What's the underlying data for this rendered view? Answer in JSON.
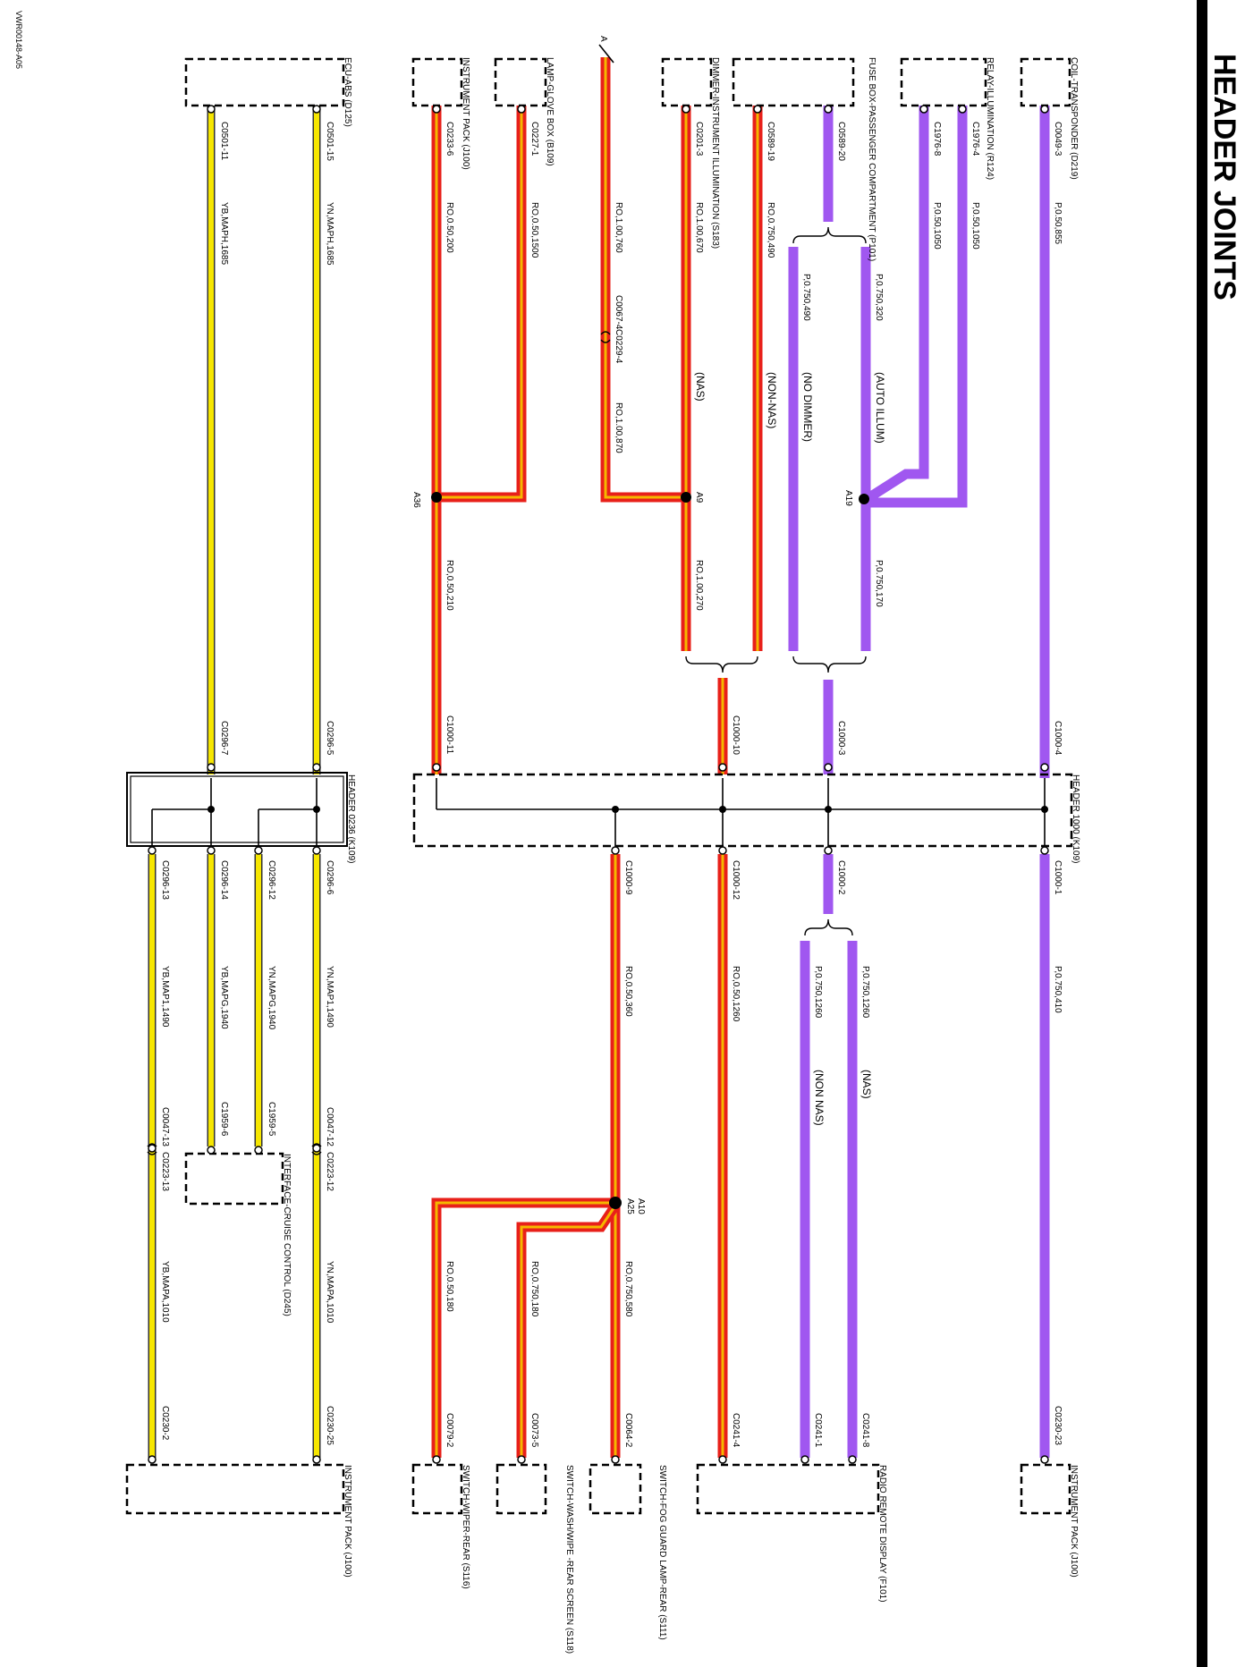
{
  "page": {
    "title": "HEADER JOINTS",
    "doc_id": "VWR00148-A05"
  },
  "colors": {
    "red": "#e8201a",
    "red_stripe": "#f5b700",
    "purple": "#a057f0",
    "yellow": "#f6e600",
    "yellow_stripe": "#333333",
    "black": "#000000"
  },
  "headers": [
    {
      "id": "h1000",
      "label": "HEADER 1000 (K109)"
    },
    {
      "id": "h0236",
      "label": "HEADER 0236 (K109)"
    }
  ],
  "components": [
    {
      "id": "coil",
      "label": "COIL-TRANSPONDER (D219)"
    },
    {
      "id": "relay",
      "label": "RELAY-ILLUMINATION (R124)"
    },
    {
      "id": "fusebox",
      "label": "FUSE BOX-PASSENGER COMPARTMENT (P101)"
    },
    {
      "id": "dimmer",
      "label": "DIMMER-INSTRUMENT ILLUMINATION (S183)"
    },
    {
      "id": "glovebox",
      "label": "LAMP-GLOVE BOX (B109)"
    },
    {
      "id": "ipack_top",
      "label": "INSTRUMENT PACK (J100)"
    },
    {
      "id": "ecuabs",
      "label": "ECU-ABS (D125)"
    },
    {
      "id": "ipack_right",
      "label": "INSTRUMENT PACK (J100)"
    },
    {
      "id": "radio",
      "label": "RADIO REMOTE DISPLAY (F101)"
    },
    {
      "id": "fogguard",
      "label": "SWITCH-FOG GUARD LAMP-REAR (S111)"
    },
    {
      "id": "washwipe",
      "label": "SWITCH-WASH/WIPE -REAR SCREEN (S118)"
    },
    {
      "id": "wiperear",
      "label": "SWITCH-WIPER-REAR (S116)"
    },
    {
      "id": "ipack_bottom",
      "label": "INSTRUMENT PACK (J100)"
    },
    {
      "id": "cruise",
      "label": "INTERFACE-CRUISE CONTROL (D245)"
    }
  ],
  "wire_labels": [
    "P,0.50,855",
    "P,0.50,1050",
    "P,0.50,1050",
    "P,0.750,320",
    "P,0.750,490",
    "RO,0.750,490",
    "RO,1.00,670",
    "RO,1.00,760",
    "RO,1.00,870",
    "RO,0.50,1500",
    "RO,0.50,200",
    "YN,MAPH,1685",
    "YB,MAPH,1685",
    "P,0.750,170",
    "RO,1.00,270",
    "RO,0.50,210",
    "P,0.750,410",
    "P,0.750,1260",
    "P,0.750,1260",
    "RO,0.50,1260",
    "RO,0.50,360",
    "YN,MAP1,1490",
    "YN,MAPG,1940",
    "YB,MAPG,1940",
    "YB,MAP1,1490",
    "RO,0.750,580",
    "RO,0.750,180",
    "RO,0.50,180",
    "YN,MAPA,1010",
    "YB,MAPA,1010"
  ],
  "pin_labels": [
    "C0049-3",
    "C1976-4",
    "C1976-8",
    "C0589-20",
    "C0589-19",
    "C0201-3",
    "C0227-1",
    "C0233-6",
    "C0501-15",
    "C0501-11",
    "C0067-4",
    "C0229-4",
    "C1000-4",
    "C1000-3",
    "C1000-10",
    "C1000-11",
    "C0296-5",
    "C0296-7",
    "C1000-1",
    "C1000-2",
    "C1000-12",
    "C1000-9",
    "C0296-6",
    "C0296-12",
    "C0296-14",
    "C0296-13",
    "C1959-5",
    "C1959-6",
    "C0047-12",
    "C0223-12",
    "C0047-13",
    "C0223-13",
    "C0230-23",
    "C0241-8",
    "C0241-1",
    "C0241-4",
    "C0064-2",
    "C0073-5",
    "C0079-2",
    "C0230-25",
    "C0230-2"
  ],
  "splices": [
    "A19",
    "A9",
    "A36",
    "A10",
    "A25"
  ],
  "notes": [
    "(AUTO ILLUM)",
    "(NO DIMMER)",
    "(NON-NAS)",
    "(NAS)",
    "(NAS)",
    "(NON NAS)"
  ],
  "offpage": [
    "A"
  ]
}
